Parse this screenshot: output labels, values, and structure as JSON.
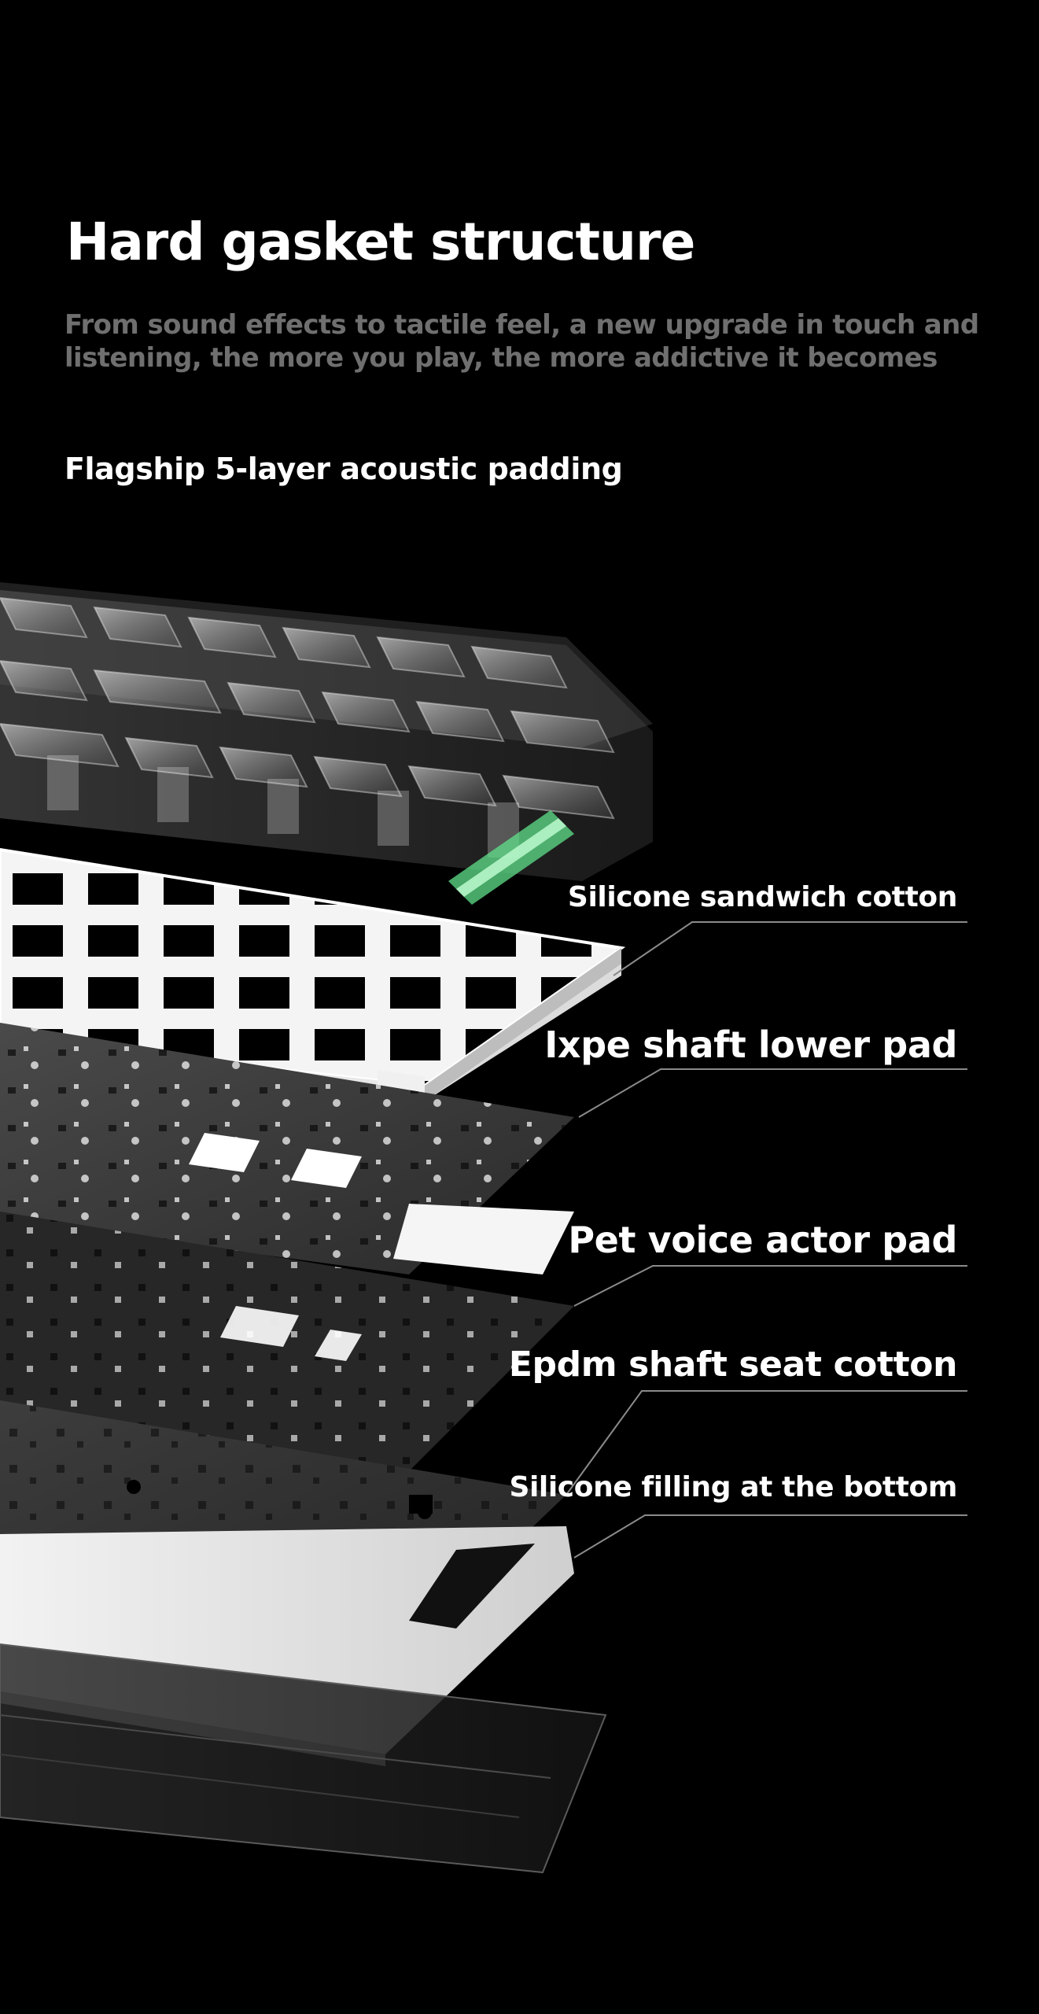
{
  "header": {
    "title": "Hard gasket structure",
    "subtitle_line1": "From sound effects to tactile feel, a new upgrade in touch and",
    "subtitle_line2": "listening, the more you play, the more addictive it becomes"
  },
  "section": {
    "heading": "Flagship 5-layer acoustic padding"
  },
  "layers": [
    {
      "label": "Silicone sandwich cotton"
    },
    {
      "label": "Ixpe shaft lower pad"
    },
    {
      "label": "Pet voice actor pad"
    },
    {
      "label": "Epdm shaft seat cotton"
    },
    {
      "label": "Silicone filling at the bottom"
    }
  ],
  "colors": {
    "background": "#000000",
    "title": "#ffffff",
    "subtitle": "#6f6f6f",
    "leader_line": "#8a8a8a",
    "accent_green": "#5fe08a"
  },
  "illustration": {
    "subject": "exploded-keyboard-layers"
  }
}
